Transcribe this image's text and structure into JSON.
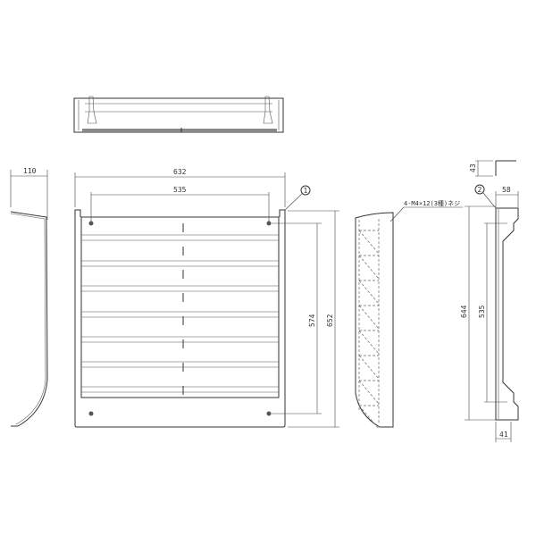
{
  "drawing": {
    "dimensions": {
      "side_depth": "110",
      "overall_width": "632",
      "hole_pitch_horizontal": "535",
      "hole_pitch_vertical": "574",
      "overall_height": "652",
      "section_height": "644",
      "section_hole_pitch": "535",
      "top_depth": "58",
      "flange": "43",
      "bottom_depth": "41"
    },
    "callouts": {
      "part_1": "1",
      "part_2": "2",
      "screw_note": "4-M4×12(3種)ネジ"
    },
    "line_color": "#333333"
  }
}
